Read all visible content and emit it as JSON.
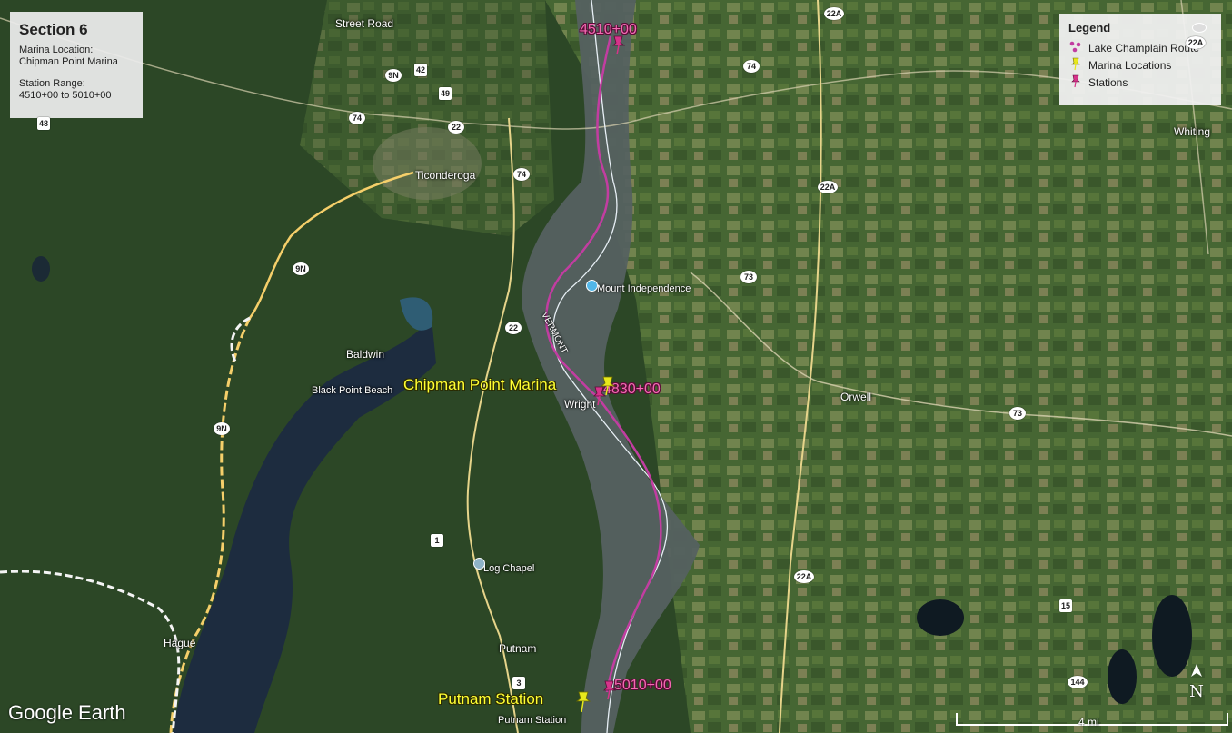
{
  "info_box": {
    "title": "Section 6",
    "marina_label": "Marina Location:",
    "marina_value": "Chipman Point Marina",
    "range_label": "Station Range:",
    "range_value": "4510+00 to 5010+00"
  },
  "legend": {
    "title": "Legend",
    "items": [
      {
        "label": "Lake Champlain Route",
        "icon": "route-dots-icon",
        "color": "#c23da1"
      },
      {
        "label": "Marina Locations",
        "icon": "yellow-pushpin-icon",
        "color": "#e8e81c"
      },
      {
        "label": "Stations",
        "icon": "pink-pushpin-icon",
        "color": "#d6338a"
      }
    ]
  },
  "stations": [
    {
      "label": "4510+00"
    },
    {
      "label": "4830+00"
    },
    {
      "label": "5010+00"
    }
  ],
  "marinas": [
    {
      "label": "Chipman Point Marina"
    },
    {
      "label": "Putnam Station"
    }
  ],
  "places": {
    "street_road": "Street Road",
    "ticonderoga": "Ticonderoga",
    "baldwin": "Baldwin",
    "black_point_beach": "Black Point Beach",
    "wright": "Wright",
    "mount_independence": "Mount Independence",
    "orwell": "Orwell",
    "whiting": "Whiting",
    "log_chapel": "Log Chapel",
    "putnam": "Putnam",
    "putnam_station": "Putnam Station",
    "hague": "Hague",
    "vermont": "VERMONT"
  },
  "routes": [
    "9N",
    "42",
    "49",
    "48",
    "74",
    "22",
    "74",
    "9N",
    "22",
    "9N",
    "1",
    "3",
    "74",
    "22A",
    "22A",
    "73",
    "73",
    "22A",
    "15",
    "144",
    "22A"
  ],
  "brand": "Google Earth",
  "scale": "4 mi",
  "north": "N",
  "colors": {
    "route_line": "#c23da1",
    "marina": "#ffff33",
    "station": "#f36ab3"
  }
}
